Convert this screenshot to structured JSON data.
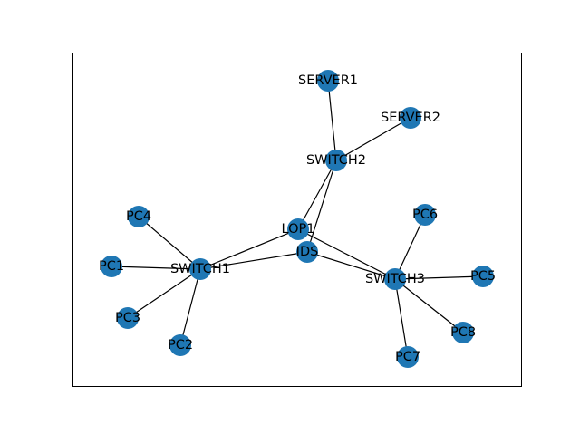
{
  "graph": {
    "node_color": "#1f77b4",
    "edge_color": "#000000",
    "nodes": [
      {
        "id": "SERVER1",
        "label": "SERVER1"
      },
      {
        "id": "SERVER2",
        "label": "SERVER2"
      },
      {
        "id": "SWITCH2",
        "label": "SWITCH2"
      },
      {
        "id": "LOP1",
        "label": "LOP1"
      },
      {
        "id": "IDS",
        "label": "IDS"
      },
      {
        "id": "PC4",
        "label": "PC4"
      },
      {
        "id": "PC1",
        "label": "PC1"
      },
      {
        "id": "SWITCH1",
        "label": "SWITCH1"
      },
      {
        "id": "PC3",
        "label": "PC3"
      },
      {
        "id": "PC2",
        "label": "PC2"
      },
      {
        "id": "PC6",
        "label": "PC6"
      },
      {
        "id": "SWITCH3",
        "label": "SWITCH3"
      },
      {
        "id": "PC5",
        "label": "PC5"
      },
      {
        "id": "PC8",
        "label": "PC8"
      },
      {
        "id": "PC7",
        "label": "PC7"
      }
    ],
    "edges": [
      [
        "SERVER1",
        "SWITCH2"
      ],
      [
        "SERVER2",
        "SWITCH2"
      ],
      [
        "SWITCH2",
        "LOP1"
      ],
      [
        "SWITCH2",
        "IDS"
      ],
      [
        "LOP1",
        "SWITCH1"
      ],
      [
        "LOP1",
        "SWITCH3"
      ],
      [
        "IDS",
        "SWITCH1"
      ],
      [
        "IDS",
        "SWITCH3"
      ],
      [
        "PC4",
        "SWITCH1"
      ],
      [
        "PC1",
        "SWITCH1"
      ],
      [
        "PC3",
        "SWITCH1"
      ],
      [
        "PC2",
        "SWITCH1"
      ],
      [
        "PC6",
        "SWITCH3"
      ],
      [
        "PC5",
        "SWITCH3"
      ],
      [
        "PC8",
        "SWITCH3"
      ],
      [
        "PC7",
        "SWITCH3"
      ]
    ]
  }
}
